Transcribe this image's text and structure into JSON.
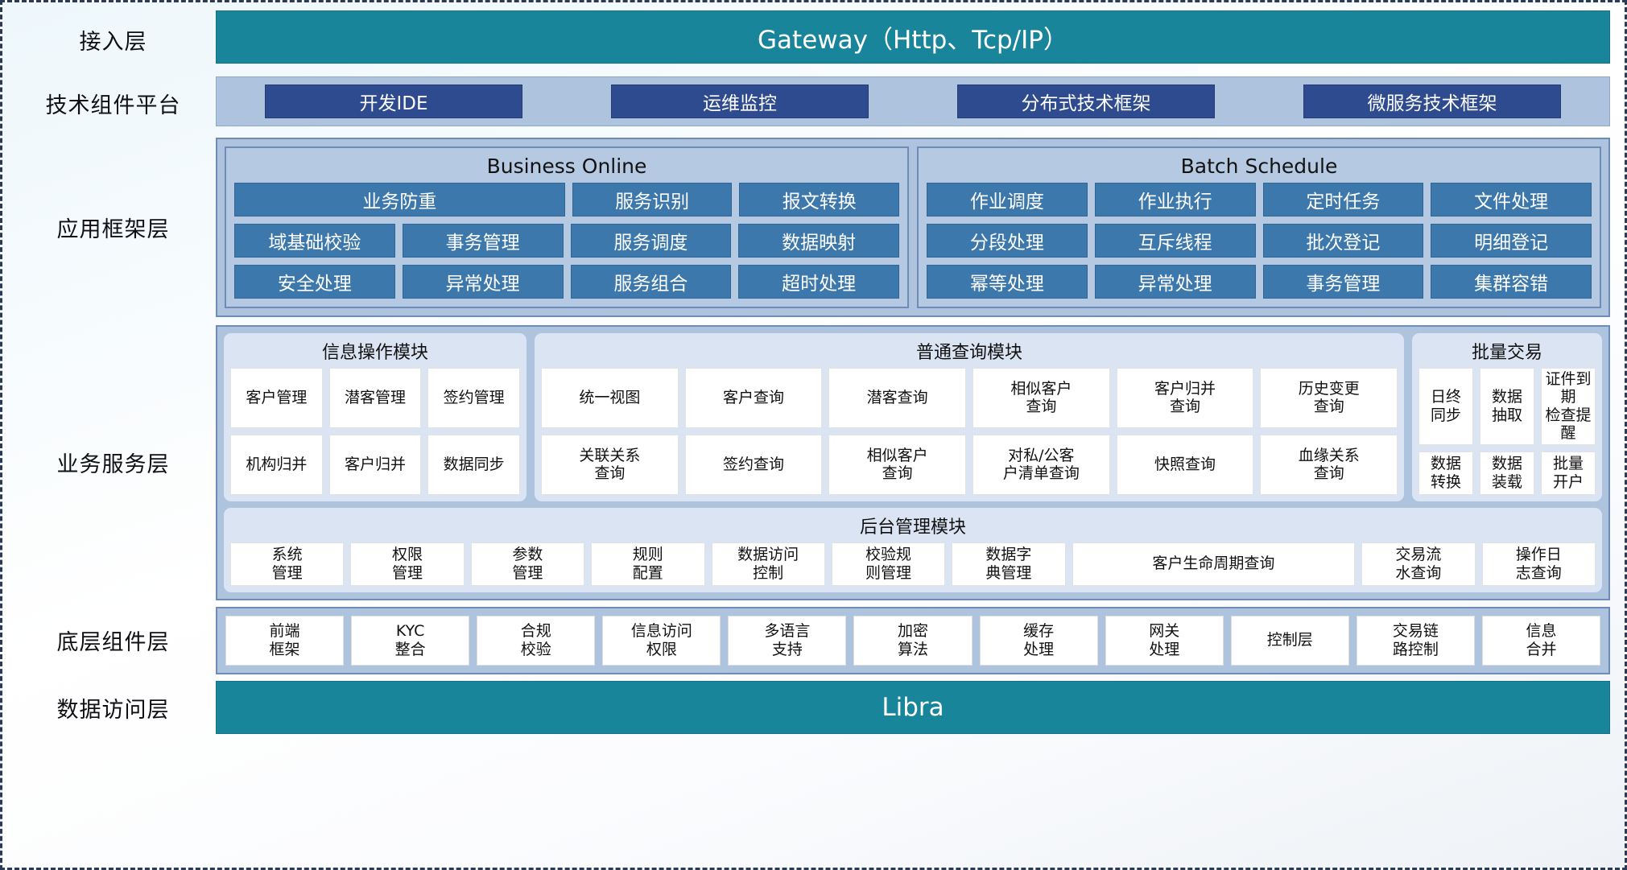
{
  "layers": {
    "access": {
      "label": "接入层",
      "bar": "Gateway（Http、Tcp/IP）"
    },
    "tech": {
      "label": "技术组件平台",
      "chips": [
        "开发IDE",
        "运维监控",
        "分布式技术框架",
        "微服务技术框架"
      ]
    },
    "app_framework": {
      "label": "应用框架层",
      "groups": [
        {
          "title": "Business Online",
          "rows": [
            [
              {
                "label": "业务防重",
                "span": 2
              },
              {
                "label": "服务识别",
                "span": 1
              },
              {
                "label": "报文转换",
                "span": 1
              }
            ],
            [
              {
                "label": "域基础校验",
                "span": 1
              },
              {
                "label": "事务管理",
                "span": 1
              },
              {
                "label": "服务调度",
                "span": 1
              },
              {
                "label": "数据映射",
                "span": 1
              }
            ],
            [
              {
                "label": "安全处理",
                "span": 1
              },
              {
                "label": "异常处理",
                "span": 1
              },
              {
                "label": "服务组合",
                "span": 1
              },
              {
                "label": "超时处理",
                "span": 1
              }
            ]
          ]
        },
        {
          "title": "Batch Schedule",
          "rows": [
            [
              {
                "label": "作业调度",
                "span": 1
              },
              {
                "label": "作业执行",
                "span": 1
              },
              {
                "label": "定时任务",
                "span": 1
              },
              {
                "label": "文件处理",
                "span": 1
              }
            ],
            [
              {
                "label": "分段处理",
                "span": 1
              },
              {
                "label": "互斥线程",
                "span": 1
              },
              {
                "label": "批次登记",
                "span": 1
              },
              {
                "label": "明细登记",
                "span": 1
              }
            ],
            [
              {
                "label": "幂等处理",
                "span": 1
              },
              {
                "label": "异常处理",
                "span": 1
              },
              {
                "label": "事务管理",
                "span": 1
              },
              {
                "label": "集群容错",
                "span": 1
              }
            ]
          ]
        }
      ]
    },
    "business_service": {
      "label": "业务服务层",
      "modules": [
        {
          "title": "信息操作模块",
          "rows": [
            [
              "客户管理",
              "潜客管理",
              "签约管理"
            ],
            [
              "机构归并",
              "客户归并",
              "数据同步"
            ]
          ]
        },
        {
          "title": "普通查询模块",
          "rows": [
            [
              "统一视图",
              "客户查询",
              "潜客查询",
              "相似客户\n查询",
              "客户归并\n查询",
              "历史变更\n查询"
            ],
            [
              "关联关系\n查询",
              "签约查询",
              "相似客户\n查询",
              "对私/公客\n户清单查询",
              "快照查询",
              "血缘关系\n查询"
            ]
          ]
        },
        {
          "title": "批量交易",
          "rows": [
            [
              "日终\n同步",
              "数据\n抽取",
              "证件到期\n检查提醒"
            ],
            [
              "数据\n转换",
              "数据\n装载",
              "批量\n开户"
            ]
          ]
        }
      ],
      "admin_module": {
        "title": "后台管理模块",
        "cells": [
          {
            "label": "系统\n管理",
            "wide": false
          },
          {
            "label": "权限\n管理",
            "wide": false
          },
          {
            "label": "参数\n管理",
            "wide": false
          },
          {
            "label": "规则\n配置",
            "wide": false
          },
          {
            "label": "数据访问\n控制",
            "wide": false
          },
          {
            "label": "校验规\n则管理",
            "wide": false
          },
          {
            "label": "数据字\n典管理",
            "wide": false
          },
          {
            "label": "客户生命周期查询",
            "wide": true
          },
          {
            "label": "交易流\n水查询",
            "wide": false
          },
          {
            "label": "操作日\n志查询",
            "wide": false
          }
        ]
      }
    },
    "bottom_component": {
      "label": "底层组件层",
      "cells": [
        "前端\n框架",
        "KYC\n整合",
        "合规\n校验",
        "信息访问\n权限",
        "多语言\n支持",
        "加密\n算法",
        "缓存\n处理",
        "网关\n处理",
        "控制层",
        "交易链\n路控制",
        "信息\n合并"
      ]
    },
    "data_access": {
      "label": "数据访问层",
      "bar": "Libra"
    }
  },
  "colors": {
    "teal": "#19859a",
    "band": "#aec3de",
    "tech_chip": "#2e4b8f",
    "app_chip": "#3d78ac",
    "module_bg": "#dbe4f3",
    "cell_bg": "#ffffff",
    "border": "#6e8cb6"
  }
}
